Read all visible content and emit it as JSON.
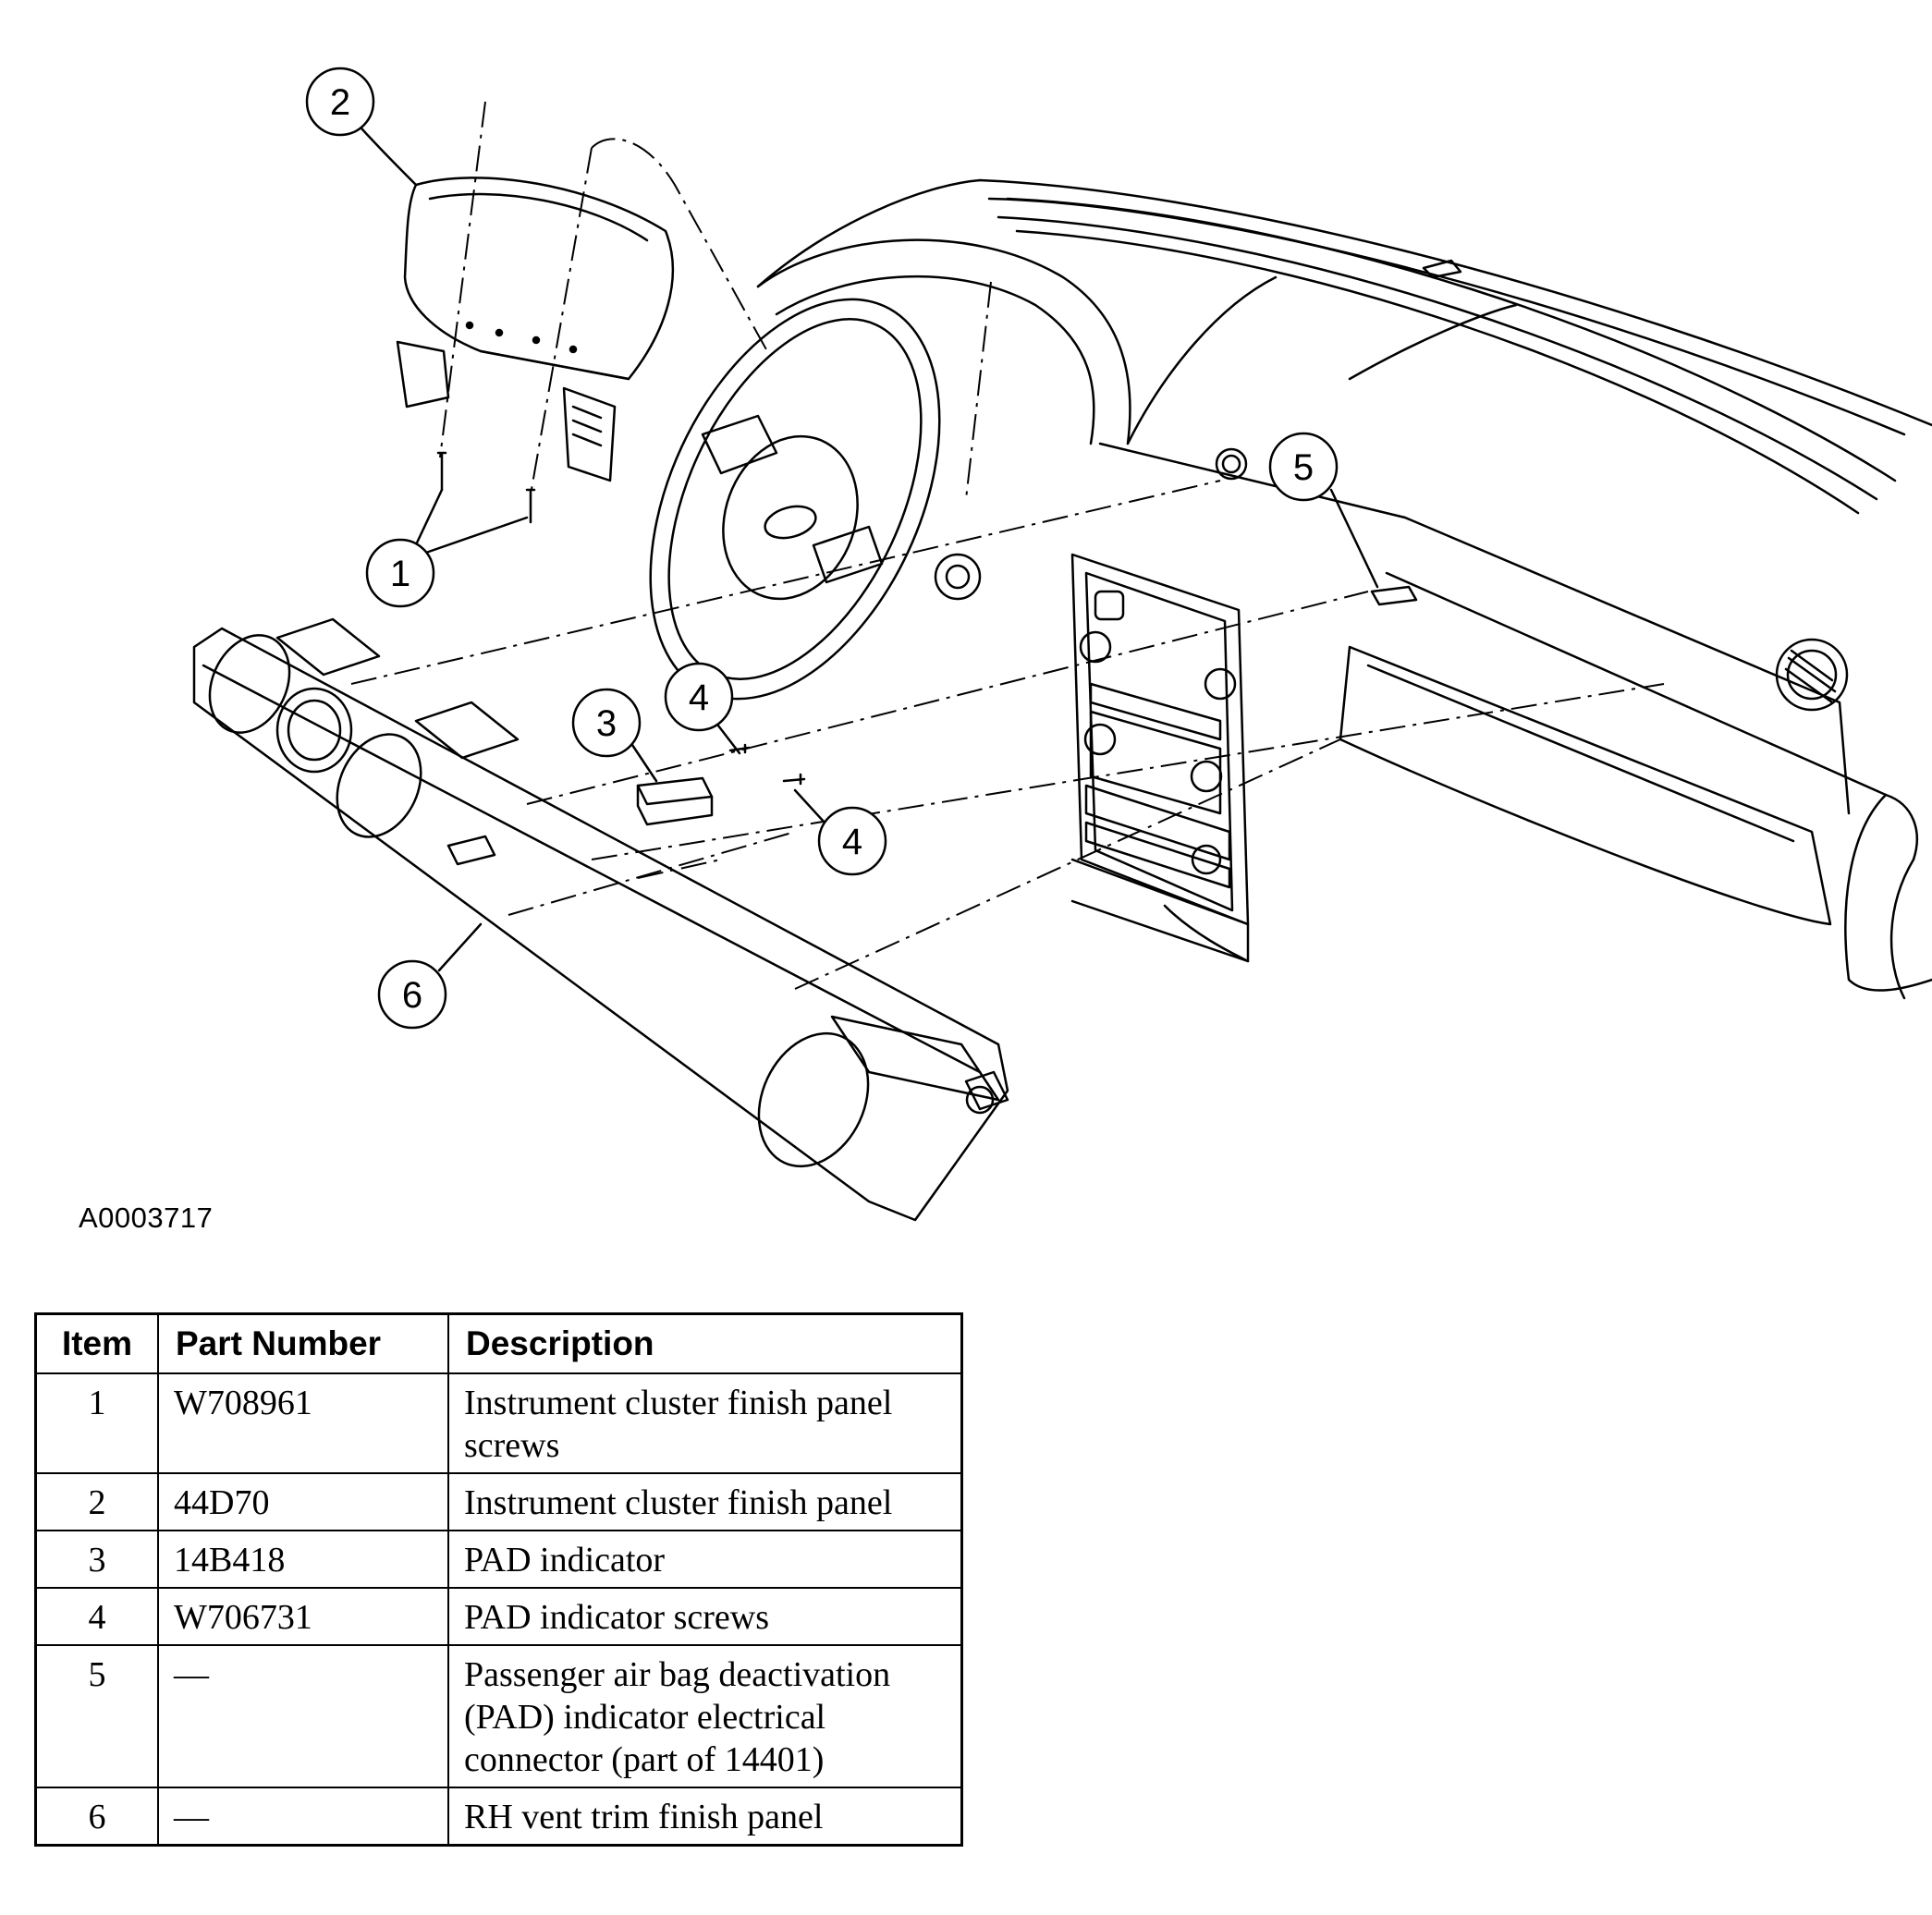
{
  "callouts": [
    "1",
    "2",
    "3",
    "4",
    "4",
    "5",
    "6"
  ],
  "figure_id": "A0003717",
  "table": {
    "headers": [
      "Item",
      "Part Number",
      "Description"
    ],
    "rows": [
      {
        "item": "1",
        "part_number": "W708961",
        "description": "Instrument cluster finish panel screws"
      },
      {
        "item": "2",
        "part_number": "44D70",
        "description": "Instrument cluster finish panel"
      },
      {
        "item": "3",
        "part_number": "14B418",
        "description": "PAD indicator"
      },
      {
        "item": "4",
        "part_number": "W706731",
        "description": "PAD indicator screws"
      },
      {
        "item": "5",
        "part_number": "—",
        "description": "Passenger air bag deactivation (PAD) indicator electrical connector (part of 14401)"
      },
      {
        "item": "6",
        "part_number": "—",
        "description": "RH vent trim finish panel"
      }
    ]
  }
}
